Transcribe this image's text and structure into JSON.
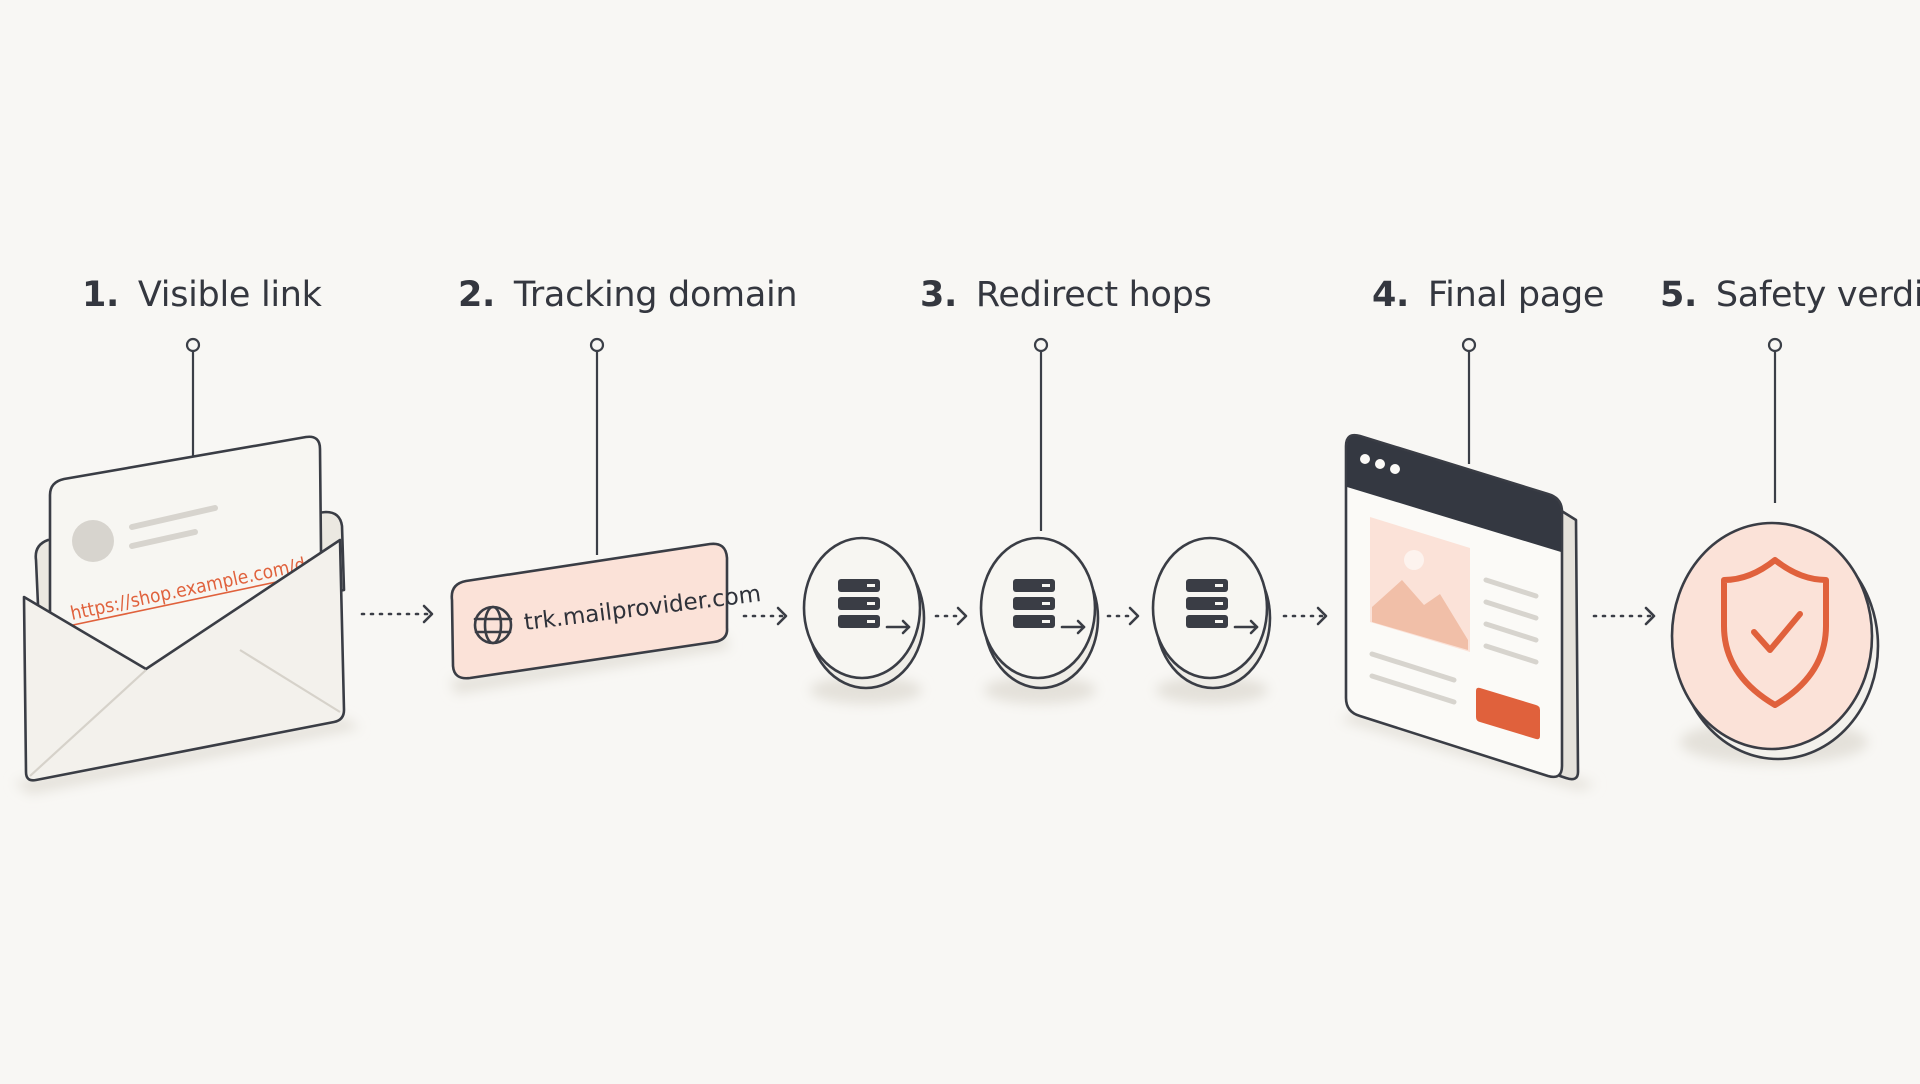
{
  "steps": [
    {
      "number": "1.",
      "label": "Visible link"
    },
    {
      "number": "2.",
      "label": "Tracking domain"
    },
    {
      "number": "3.",
      "label": "Redirect hops"
    },
    {
      "number": "4.",
      "label": "Final page"
    },
    {
      "number": "5.",
      "label": "Safety verdict"
    }
  ],
  "email": {
    "link_url": "https://shop.example.com/deals"
  },
  "tracking": {
    "domain": "trk.mailprovider.com"
  },
  "redirect_hops": {
    "count": 3
  },
  "icons": {
    "email": "open-envelope-icon",
    "tracking": "globe-icon",
    "hop": "server-stack-icon",
    "final": "browser-window-icon",
    "verdict": "shield-check-icon"
  },
  "colors": {
    "background": "#f8f7f4",
    "ink": "#3a3d45",
    "accent": "#e0613c",
    "accent_soft": "#fbe2d8",
    "paper": "#f3f1ec"
  }
}
